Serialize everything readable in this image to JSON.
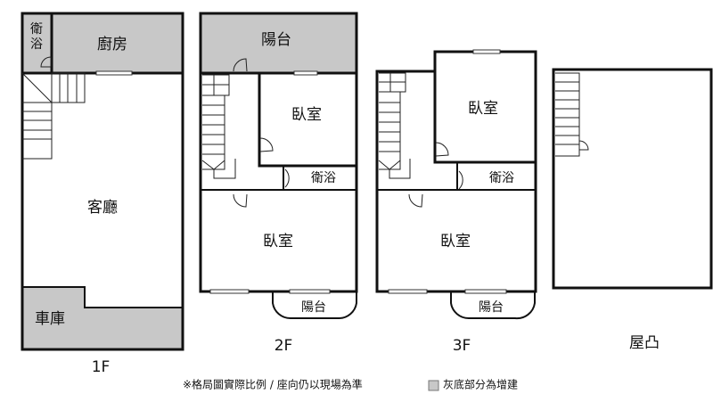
{
  "floor_1": {
    "label": "1F",
    "rooms": {
      "bathroom_line1": "衛",
      "bathroom_line2": "浴",
      "kitchen": "廚房",
      "living_room": "客廳",
      "garage": "車庫"
    }
  },
  "floor_2": {
    "label": "2F",
    "rooms": {
      "balcony_back": "陽台",
      "bedroom_back": "臥室",
      "bathroom": "衛浴",
      "bedroom_front": "臥室",
      "balcony_front": "陽台"
    }
  },
  "floor_3": {
    "label": "3F",
    "rooms": {
      "bedroom_back": "臥室",
      "bathroom": "衛浴",
      "bedroom_front": "臥室",
      "balcony_front": "陽台"
    }
  },
  "roof": {
    "label": "屋凸"
  },
  "footer": {
    "note": "※格局圖實際比例 / 座向仍以現場為準",
    "legend": "灰底部分為增建",
    "legend_color": "#c8c8c8"
  }
}
